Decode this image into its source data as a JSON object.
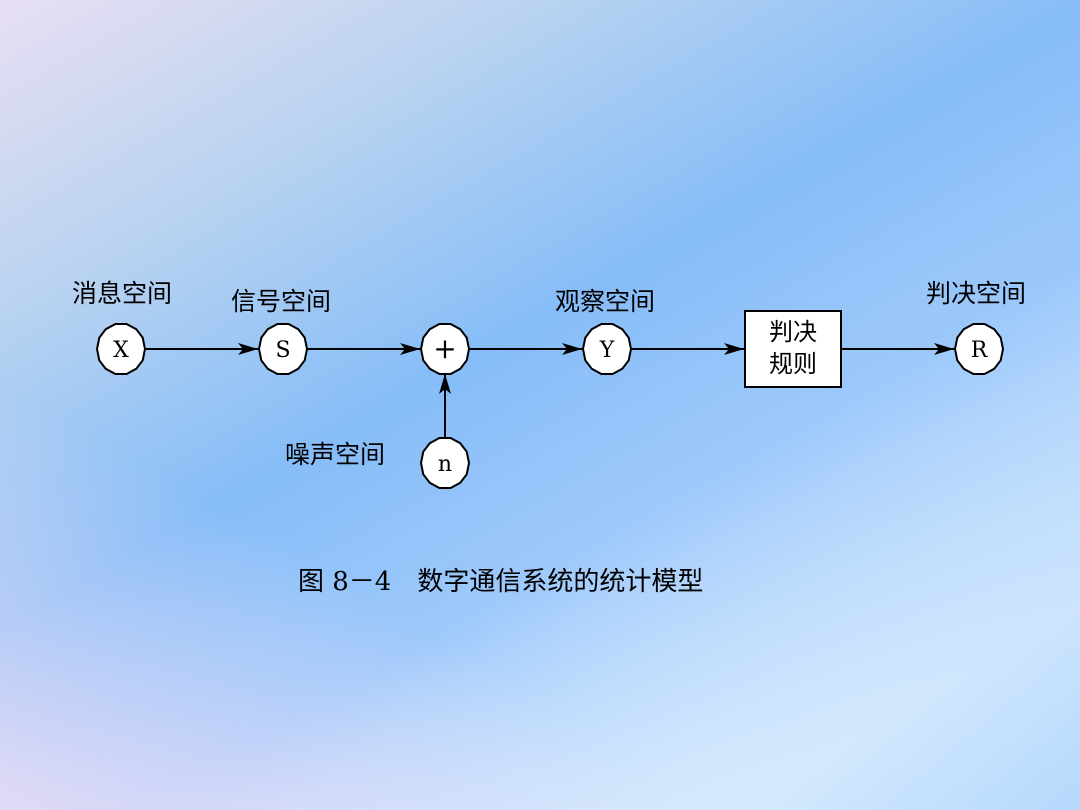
{
  "diagram": {
    "labels": {
      "message_space": "消息空间",
      "signal_space": "信号空间",
      "observation_space": "观察空间",
      "decision_space": "判决空间",
      "noise_space": "噪声空间"
    },
    "nodes": {
      "x": "X",
      "s": "S",
      "adder": "+",
      "y": "Y",
      "r": "R",
      "n": "n"
    },
    "decision_rule": [
      "判决",
      "规则"
    ]
  },
  "caption": "图 8－4　数字通信系统的统计模型"
}
